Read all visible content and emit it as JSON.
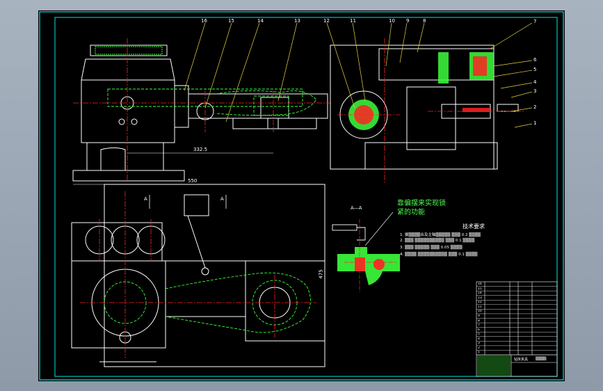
{
  "drawing": {
    "part_numbers": [
      "16",
      "15",
      "14",
      "13",
      "12",
      "11",
      "10",
      "9",
      "8",
      "7",
      "6",
      "5",
      "4",
      "3",
      "2",
      "1"
    ],
    "dimensions": {
      "d1": "332.5",
      "d2": "550",
      "d3": "475"
    },
    "section_labels": {
      "a_left": "A",
      "a_right": "A",
      "section": "A—A"
    },
    "note_text": "靠偏摆来实现锁紧的功能",
    "tech_req_title": "技术要求",
    "tech_req_lines": [
      "1. 摄▒▒▒▒合及主轴▒▒▒▒▒ ▒▒▒ 0.2 ▒▒▒▒",
      "2. ▒▒▒ ▒▒▒▒▒▒▒▒▒▒ ▒▒▒ 0.1 ▒▒▒▒",
      "3. ▒▒▒ ▒▒▒▒▒ ▒▒▒ 0.05 ▒▒▒▒",
      "4. ▒▒▒▒ ▒▒▒▒▒▒▒▒▒▒ ▒▒▒ 0.1 ▒▒▒▒"
    ],
    "bom_row_numbers": [
      "16",
      "15",
      "14",
      "13",
      "12",
      "11",
      "10",
      "9",
      "8",
      "7",
      "6",
      "5",
      "4",
      "3",
      "2",
      "1"
    ],
    "title_block": {
      "name": "钻床夹具",
      "drawing_no": "▒▒▒▒"
    },
    "colors": {
      "line": "#ffffff",
      "center": "#ff2222",
      "hidden": "#3dff3d",
      "section_fill": "#3dff3d",
      "frame": "#00e5e5",
      "leader": "#e8d640"
    }
  }
}
